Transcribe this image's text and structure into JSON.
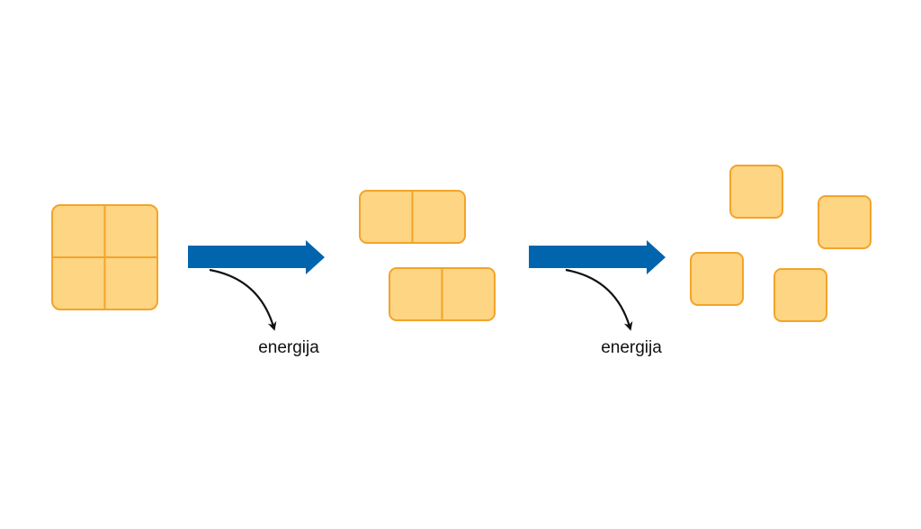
{
  "colors": {
    "block_fill": "#fdd583",
    "block_border": "#f2a42a",
    "arrow": "#0065ad",
    "energy_arrow": "#111111"
  },
  "stages": [
    {
      "name": "whole-block",
      "pieces": 1,
      "cells_per_piece": 4
    },
    {
      "name": "halves",
      "pieces": 2,
      "cells_per_piece": 2
    },
    {
      "name": "quarters",
      "pieces": 4,
      "cells_per_piece": 1
    }
  ],
  "steps": [
    {
      "energy_label": "energija"
    },
    {
      "energy_label": "energija"
    }
  ]
}
